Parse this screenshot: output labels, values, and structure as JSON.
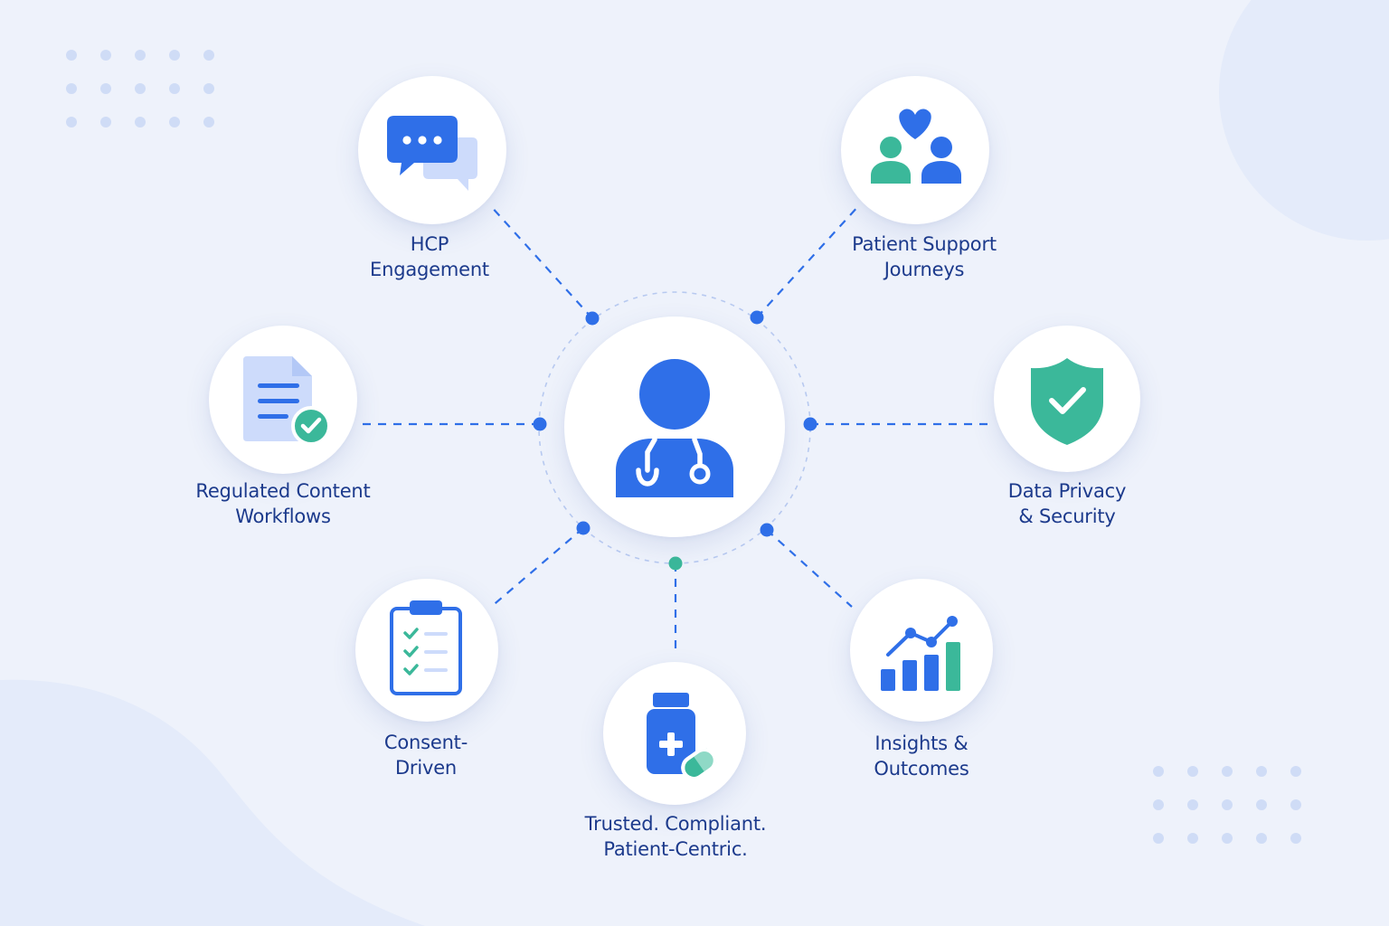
{
  "colors": {
    "background": "#eef2fb",
    "primary_blue": "#2f6fe8",
    "light_blue": "#cddbfb",
    "teal": "#3bb89a",
    "label_text": "#1c3a8c",
    "node_fill": "#ffffff"
  },
  "center": {
    "icon": "doctor-stethoscope-icon"
  },
  "nodes": [
    {
      "id": "hcp-engagement",
      "icon": "chat-bubbles-icon",
      "label_lines": [
        "HCP",
        "Engagement"
      ]
    },
    {
      "id": "patient-support-journeys",
      "icon": "people-heart-icon",
      "label_lines": [
        "Patient Support",
        "Journeys"
      ]
    },
    {
      "id": "regulated-content-workflows",
      "icon": "document-check-icon",
      "label_lines": [
        "Regulated Content",
        "Workflows"
      ]
    },
    {
      "id": "data-privacy-security",
      "icon": "shield-check-icon",
      "label_lines": [
        "Data Privacy",
        "& Security"
      ]
    },
    {
      "id": "consent-driven",
      "icon": "clipboard-checklist-icon",
      "label_lines": [
        "Consent-",
        "Driven"
      ]
    },
    {
      "id": "trusted-compliant",
      "icon": "medicine-bottle-pill-icon",
      "label_lines": [
        "Trusted. Compliant.",
        "Patient-Centric."
      ]
    },
    {
      "id": "insights-outcomes",
      "icon": "growth-chart-icon",
      "label_lines": [
        "Insights &",
        "Outcomes"
      ]
    }
  ]
}
